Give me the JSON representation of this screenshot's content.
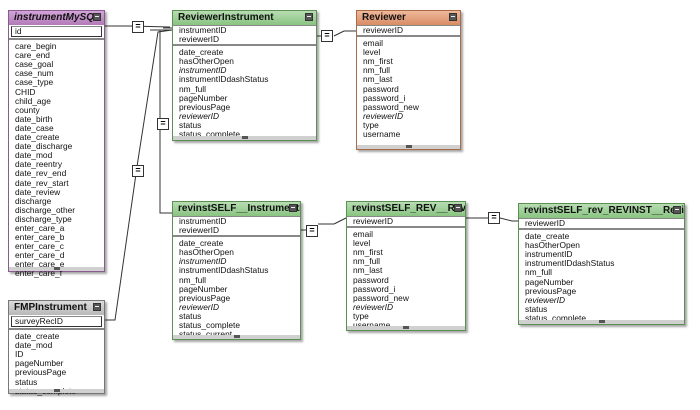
{
  "tables": {
    "instrumentMySQL": {
      "title": "instrumentMySQL",
      "keys": [
        "id"
      ],
      "fields": [
        "care_begin",
        "care_end",
        "case_goal",
        "case_num",
        "case_type",
        "CHID",
        "child_age",
        "county",
        "date_birth",
        "date_case",
        "date_create",
        "date_discharge",
        "date_mod",
        "date_reentry",
        "date_rev_end",
        "date_rev_start",
        "date_review",
        "discharge",
        "discharge_other",
        "discharge_type",
        "enter_care_a",
        "enter_care_b",
        "enter_care_c",
        "enter_care_d",
        "enter_care_e",
        "enter_care_f"
      ]
    },
    "fmpInstrument": {
      "title": "FMPInstrument",
      "keys": [
        "surveyRecID"
      ],
      "fields": [
        "date_create",
        "date_mod",
        "ID",
        "pageNumber",
        "previousPage",
        "status",
        "status_complete"
      ]
    },
    "reviewerInstrument": {
      "title": "ReviewerInstrument",
      "keys": [
        "instrumentID",
        "reviewerID"
      ],
      "fields": [
        "date_create",
        "hasOtherOpen",
        "instrumentID",
        "instrumentIDdashStatus",
        "nm_full",
        "pageNumber",
        "previousPage",
        "reviewerID",
        "status",
        "status_complete"
      ]
    },
    "reviewer": {
      "title": "Reviewer",
      "keys": [
        "reviewerID"
      ],
      "fields": [
        "email",
        "level",
        "nm_first",
        "nm_full",
        "nm_last",
        "password",
        "password_i",
        "password_new",
        "reviewerID",
        "type",
        "username"
      ]
    },
    "revinstSelfInstrument": {
      "title": "revinstSELF__InstrumentID",
      "keys": [
        "instrumentID",
        "reviewerID"
      ],
      "fields": [
        "date_create",
        "hasOtherOpen",
        "instrumentID",
        "instrumentIDdashStatus",
        "nm_full",
        "pageNumber",
        "previousPage",
        "reviewerID",
        "status",
        "status_complete",
        "status_current"
      ]
    },
    "revinstSelfRevReviewer": {
      "title": "revinstSELF_REV__ReviewerID",
      "keys": [
        "reviewerID"
      ],
      "fields": [
        "email",
        "level",
        "nm_first",
        "nm_full",
        "nm_last",
        "password",
        "password_i",
        "password_new",
        "reviewerID",
        "type",
        "username"
      ]
    },
    "revinstSelfRevRevinstReviewer": {
      "title": "revinstSELF_rev_REVINST__ReviewerID",
      "keys": [
        "reviewerID"
      ],
      "fields": [
        "date_create",
        "hasOtherOpen",
        "instrumentID",
        "instrumentIDdashStatus",
        "nm_full",
        "pageNumber",
        "previousPage",
        "reviewerID",
        "status",
        "status_complete"
      ]
    }
  },
  "relationship_symbol": "="
}
